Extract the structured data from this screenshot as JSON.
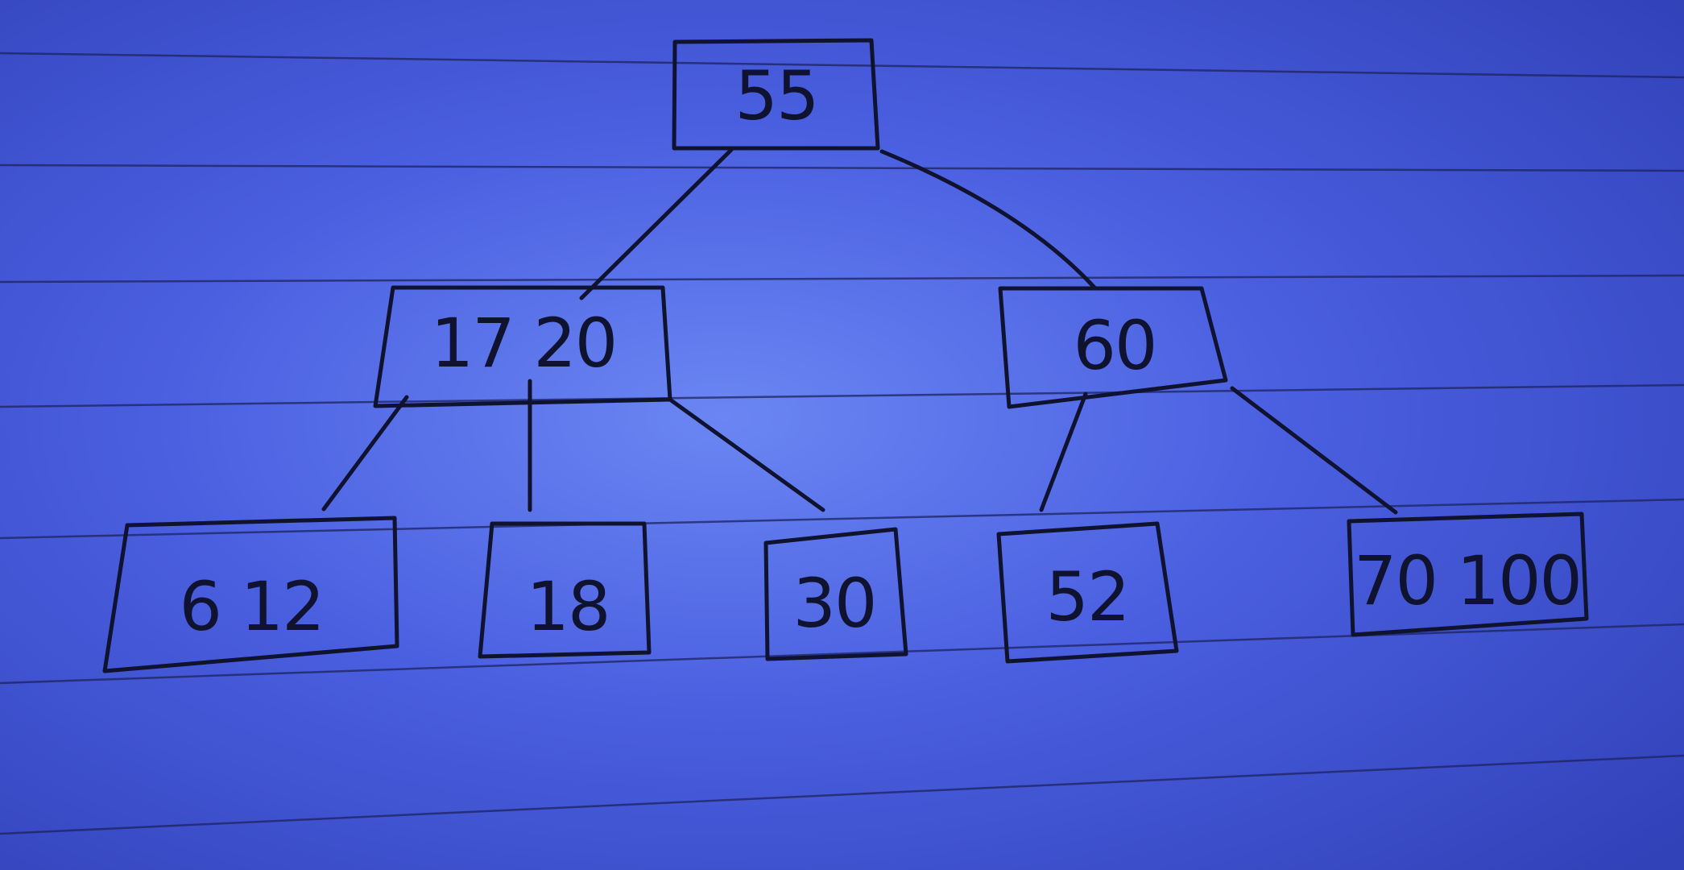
{
  "tree": {
    "root": {
      "label": "55"
    },
    "level1": [
      {
        "label": "17 20"
      },
      {
        "label": "60"
      }
    ],
    "level2": [
      {
        "label": "6 12"
      },
      {
        "label": "18"
      },
      {
        "label": "30"
      },
      {
        "label": "52"
      },
      {
        "label": "70 100"
      }
    ]
  },
  "colors": {
    "paper": "#3f4fd0",
    "ink": "#101330",
    "rule": "#1c2360"
  }
}
